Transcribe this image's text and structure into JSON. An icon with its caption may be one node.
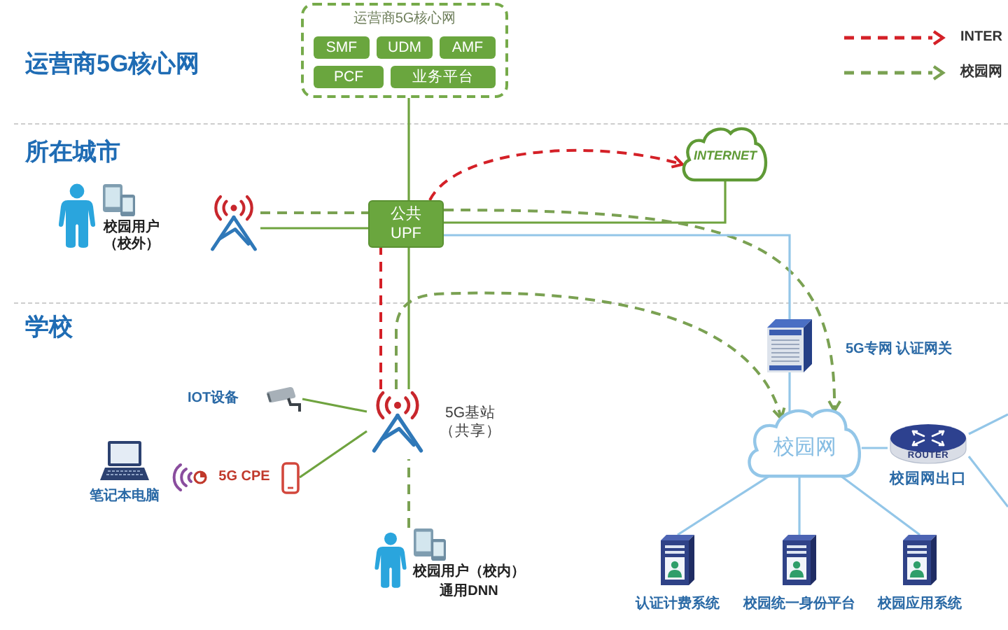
{
  "diagram": {
    "nodes": [
      {
        "text": [
          "运营商5G核心网"
        ]
      },
      {
        "text": [
          "SMF"
        ],
        "in": 0
      },
      {
        "text": [
          "UDM"
        ],
        "in": 0
      },
      {
        "text": [
          "AMF"
        ],
        "in": 0
      },
      {
        "text": [
          "PCF"
        ],
        "in": 0
      },
      {
        "text": [
          "业务平台"
        ],
        "in": 0
      },
      {
        "text": [
          "INTERNET"
        ]
      },
      {
        "text": [
          "校园用户（校外）"
        ]
      },
      {
        "text": [],
        "shape": "picture"
      },
      {
        "text": [
          "公共 UPF"
        ]
      },
      {
        "text": [],
        "shape": "picture",
        "beside": [
          "5G专网 认证网关"
        ]
      },
      {
        "text": [
          "IOT设备"
        ]
      },
      {
        "text": [
          "5G基站（共享）"
        ]
      },
      {
        "text": [
          "笔记本电脑"
        ]
      },
      {
        "text": [
          "5G CPE"
        ]
      },
      {
        "text": [
          "校园网"
        ]
      },
      {
        "text": [
          "ROUTER",
          "校园网出口"
        ]
      },
      {
        "text": [
          "校园用户（校内）",
          "通用DNN"
        ]
      },
      {
        "text": [
          "认证计费系统"
        ]
      },
      {
        "text": [
          "校园统一身份平台"
        ]
      },
      {
        "text": [
          "校园应用系统"
        ]
      }
    ],
    "edges": [
      {
        "from": 0,
        "to": 9,
        "arrow": "none",
        "color": "#6fa33f"
      },
      {
        "from": 8,
        "to": 9,
        "arrow": "none",
        "color": "#6fa33f"
      },
      {
        "from": 9,
        "to": 6,
        "arrow": "none",
        "color": "#6fa33f"
      },
      {
        "from": 9,
        "to": 12,
        "arrow": "none",
        "color": "#6fa33f"
      },
      {
        "from": 12,
        "to": 9,
        "arrow": "none",
        "style": "dashed",
        "color": "#d42027"
      },
      {
        "from": 9,
        "to": 6,
        "arrow": "to",
        "style": "dashed",
        "color": "#d42027"
      },
      {
        "from": 8,
        "to": 9,
        "arrow": "none",
        "style": "dashed",
        "color": "#7aa152"
      },
      {
        "from": 9,
        "to": 15,
        "arrow": "to",
        "style": "dashed",
        "color": "#7aa152"
      },
      {
        "from": 17,
        "to": 12,
        "arrow": "none",
        "style": "dashed",
        "color": "#7aa152"
      },
      {
        "from": 12,
        "to": 15,
        "arrow": "to",
        "style": "dashed",
        "color": "#7aa152"
      },
      {
        "from": 9,
        "to": 10,
        "arrow": "none"
      },
      {
        "from": 10,
        "to": 15,
        "arrow": "none"
      },
      {
        "from": 11,
        "to": 12,
        "arrow": "none",
        "color": "#6fa33f"
      },
      {
        "from": 14,
        "to": 12,
        "arrow": "none",
        "color": "#6fa33f"
      },
      {
        "from": 15,
        "to": 16,
        "arrow": "none"
      },
      {
        "from": 15,
        "to": 18,
        "arrow": "none"
      },
      {
        "from": 15,
        "to": 19,
        "arrow": "none"
      },
      {
        "from": 15,
        "to": 20,
        "arrow": "none"
      },
      {
        "from": 16,
        "to": null,
        "arrow": "none"
      },
      {
        "from": 16,
        "to": null,
        "arrow": "none"
      }
    ],
    "labels": [
      "运营商5G核心网",
      "所在城市",
      "学校"
    ],
    "legend": [
      {
        "text": "INTER"
      },
      {
        "text": "校园网"
      }
    ]
  }
}
